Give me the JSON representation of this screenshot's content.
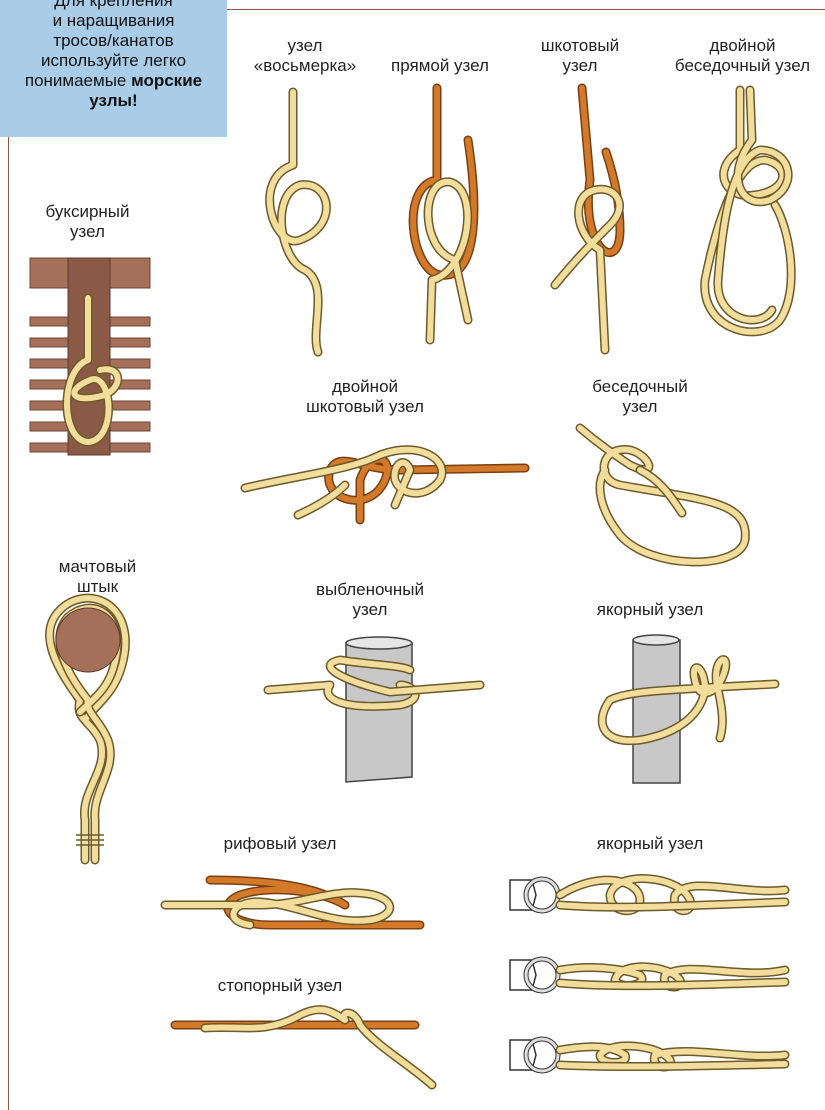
{
  "callout": {
    "line1": "Для крепления\nи наращивания\nтросов/канатов\nиспользуйте легко\nпонимаемые ",
    "bold": "морские\nузлы",
    "end": "!"
  },
  "knots": {
    "figure_eight": "узел\n«восьмерка»",
    "square": "прямой узел",
    "sheet_bend": "шкотовый\nузел",
    "double_bowline": "двойной\nбеседочный узел",
    "towing": "буксирный\nузел",
    "double_sheet_bend": "двойной\nшкотовый узел",
    "bowline": "беседочный\nузел",
    "mast": "мачтовый\nштык",
    "clove_hitch": "выбленочный\nузел",
    "anchor_1": "якорный узел",
    "reef": "рифовый узел",
    "anchor_2": "якорный узел",
    "stopper": "стопорный узел"
  },
  "colors": {
    "rope_light": "#f3dd9c",
    "rope_outline": "#6b5a2a",
    "rope_orange": "#d27a2a",
    "wood": "#a5705a",
    "post": "#c8c8c8",
    "callout_bg": "#a9cce8"
  }
}
